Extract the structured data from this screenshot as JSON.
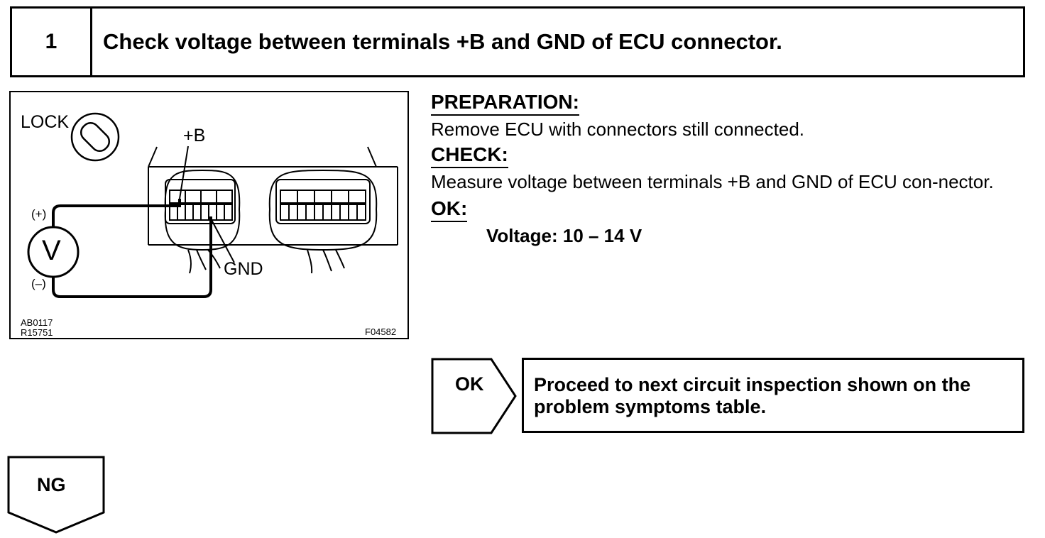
{
  "step": {
    "number": "1",
    "title": "Check voltage between terminals +B and GND of ECU connector."
  },
  "diagram": {
    "lock_label": "LOCK",
    "plus_b_label": "+B",
    "gnd_label": "GND",
    "plus_label": "(+)",
    "minus_label": "(–)",
    "meter_label": "V",
    "code_ab": "AB0117",
    "code_r": "R15751",
    "code_f": "F04582"
  },
  "preparation": {
    "heading": "PREPARATION:",
    "text": "Remove ECU with connectors still connected."
  },
  "check": {
    "heading": "CHECK:",
    "text": "Measure voltage between terminals +B and GND of ECU con-nector."
  },
  "ok": {
    "heading": "OK:",
    "spec": "Voltage: 10 – 14 V"
  },
  "ok_result": {
    "label": "OK",
    "text": "Proceed to next circuit inspection shown on the problem symptoms table."
  },
  "ng_result": {
    "label": "NG"
  }
}
